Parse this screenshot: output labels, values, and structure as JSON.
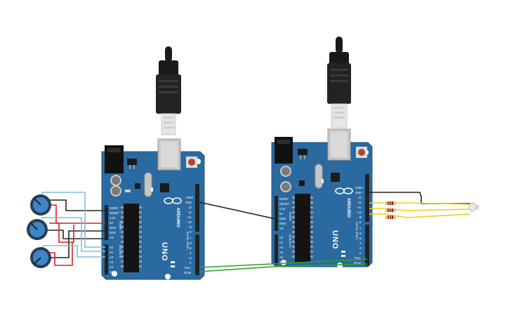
{
  "boards": [
    {
      "id": "left",
      "model_label": "UNO",
      "brand_label": "ARDUINO",
      "digital_section_label": "DIGITAL (PWM~)",
      "analog_section_label": "ANALOG IN",
      "power_section_label": "POWER",
      "power_pin_labels": [
        "IOREF",
        "RESET",
        "3.3V",
        "5V",
        "GND",
        "GND",
        "Vin"
      ],
      "analog_pin_labels": [
        "A0",
        "A1",
        "A2",
        "A3",
        "A4",
        "A5"
      ],
      "digital_pin_labels_top": [
        "AREF",
        "GND",
        "13",
        "12",
        "~11",
        "~10",
        "~9",
        "8"
      ],
      "digital_pin_labels_bottom": [
        "7",
        "~6",
        "~5",
        "4",
        "~3",
        "2",
        "TX▸1",
        "RX◂0"
      ],
      "led_labels": [
        "L",
        "TX",
        "RX"
      ]
    },
    {
      "id": "right",
      "model_label": "UNO",
      "brand_label": "ARDUINO",
      "digital_section_label": "DIGITAL (PWM~)",
      "analog_section_label": "ANALOG IN",
      "power_section_label": "POWER",
      "power_pin_labels": [
        "IOREF",
        "RESET",
        "3.3V",
        "5V",
        "GND",
        "GND",
        "Vin"
      ],
      "analog_pin_labels": [
        "A0",
        "A1",
        "A2",
        "A3",
        "A4",
        "A5"
      ],
      "digital_pin_labels_top": [
        "AREF",
        "GND",
        "13",
        "12",
        "~11",
        "~10",
        "~9",
        "8"
      ],
      "digital_pin_labels_bottom": [
        "7",
        "~6",
        "~5",
        "4",
        "~3",
        "2",
        "TX▸1",
        "RX◂0"
      ],
      "led_labels": [
        "L",
        "TX",
        "RX"
      ]
    }
  ],
  "colors": {
    "board": "#2b6aa0",
    "board_dark": "#1f5583",
    "header": "#222222",
    "potentiometer_knob": "#3d87c9",
    "wire_black": "#222222",
    "wire_red": "#d42020",
    "wire_lightblue": "#7bbfd6",
    "wire_green": "#2da02d",
    "wire_yellow": "#e9d21a",
    "usb_cable": "#1a1a1a",
    "led": "#e8e8e8"
  },
  "icons": {
    "logo": "arduino-infinity-logo",
    "potentiometer": "potentiometer-icon",
    "resistor": "resistor-icon",
    "led": "led-icon",
    "usb_cable": "usb-cable-icon"
  }
}
